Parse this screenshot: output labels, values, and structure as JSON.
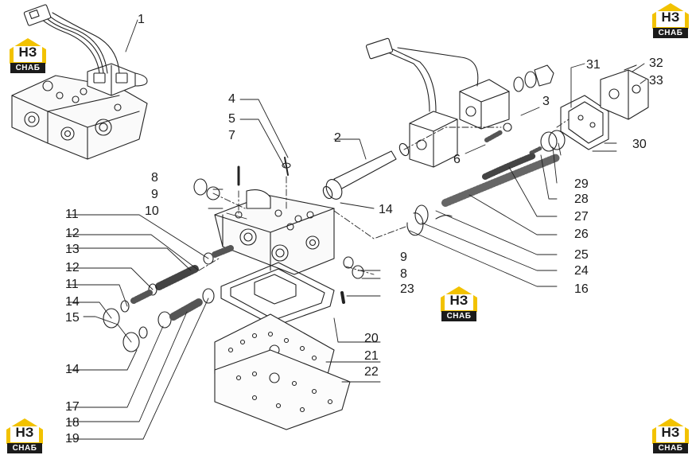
{
  "logo": {
    "mark": "НЗ",
    "word": "СНАБ",
    "color": "#f2c200"
  },
  "callouts": [
    "1",
    "2",
    "3",
    "4",
    "5",
    "6",
    "7",
    "8",
    "9",
    "10",
    "11",
    "12",
    "13",
    "12",
    "11",
    "14",
    "15",
    "14",
    "17",
    "18",
    "19",
    "20",
    "21",
    "22",
    "23",
    "9",
    "8",
    "16",
    "24",
    "25",
    "26",
    "27",
    "28",
    "29",
    "30",
    "31",
    "32",
    "33",
    "14"
  ]
}
